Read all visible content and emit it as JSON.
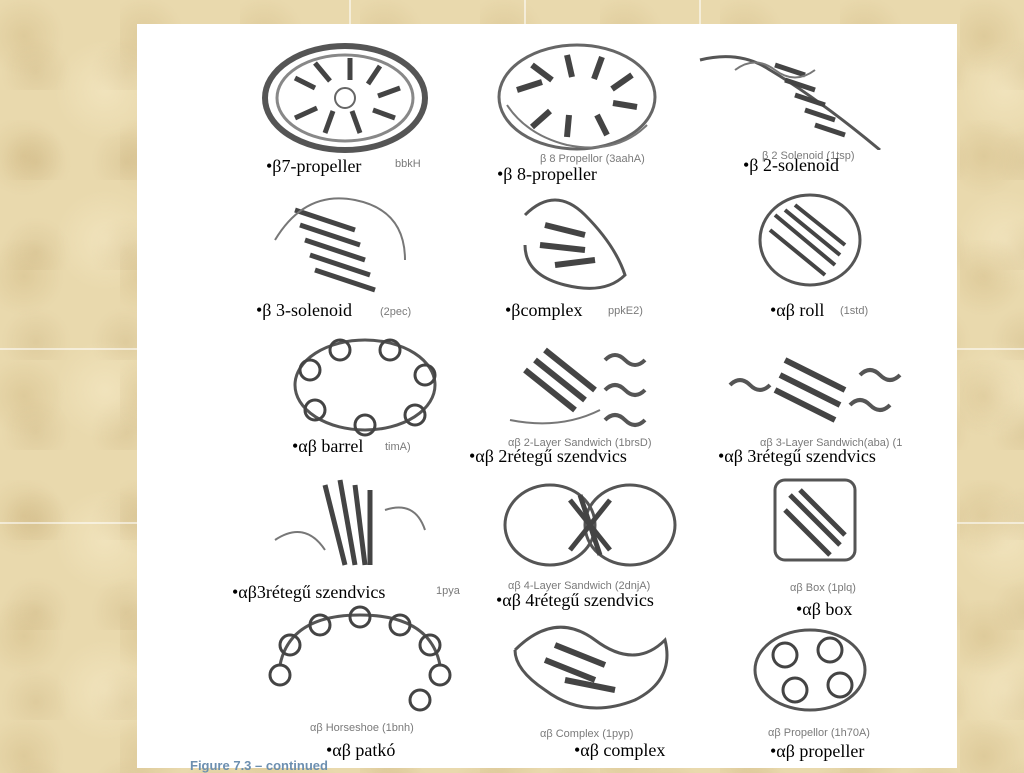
{
  "labels": [
    "•β7-propeller",
    "•β 8-propeller",
    "•β 2-solenoid",
    "•β 3-solenoid",
    "•βcomplex",
    "•αβ roll",
    "•αβ barrel",
    "•αβ 2rétegű szendvics",
    "•αβ 3rétegű szendvics",
    "•αβ3rétegű szendvics",
    "•αβ 4rétegű szendvics",
    "•αβ box",
    "•αβ patkó",
    "•αβ complex",
    "•αβ propeller"
  ],
  "printed_captions": [
    "bbkH",
    "β 8 Propellor (3aahA)",
    "β 2 Solenoid (1tsp)",
    "(2pec)",
    "ppkE2)",
    "(1std)",
    "timA)",
    "αβ 2-Layer Sandwich (1brsD)",
    "αβ 3-Layer Sandwich(aba) (1",
    "1pya",
    "αβ 4-Layer Sandwich (2dnjA)",
    "αβ Box (1plq)",
    "αβ Horseshoe (1bnh)",
    "αβ Complex (1pyp)",
    "αβ Propellor (1h70A)"
  ],
  "figure_caption": "Figure 7.3 – continued"
}
